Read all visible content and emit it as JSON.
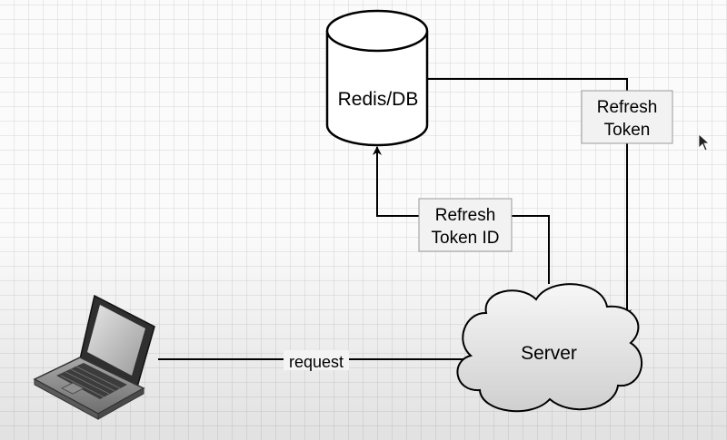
{
  "nodes": {
    "database": "Redis/DB",
    "server": "Server",
    "client": ""
  },
  "edges": {
    "request": "request",
    "refresh_token_id": [
      "Refresh",
      "Token ID"
    ],
    "refresh_token": [
      "Refresh",
      "Token"
    ]
  }
}
